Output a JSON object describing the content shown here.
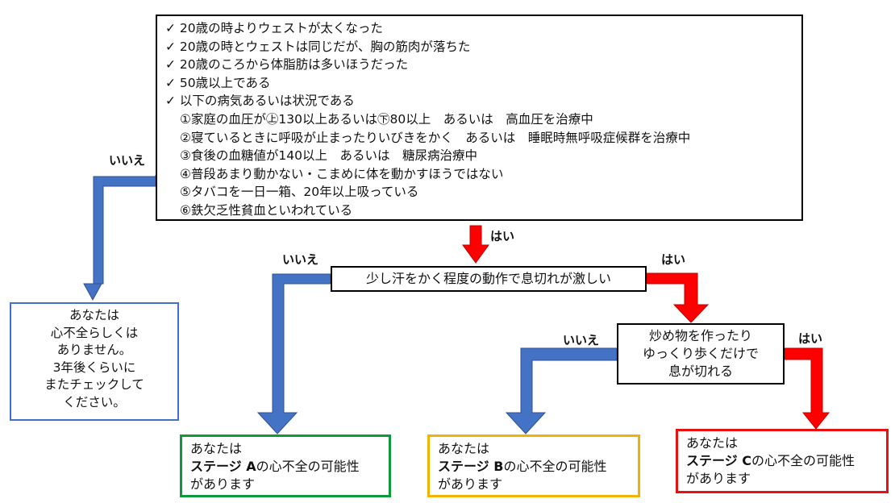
{
  "criteria": {
    "lines": [
      "✓ 20歳の時よりウェストが太くなった",
      "✓ 20歳の時とウェストは同じだが、胸の筋肉が落ちた",
      "✓ 20歳のころから体脂肪は多いほうだった",
      "✓ 50歳以上である",
      "✓ 以下の病気あるいは状況である"
    ],
    "sub_items": [
      "①家庭の血圧が㊤130以上あるいは㊦80以上　あるいは　高血圧を治療中",
      "②寝ているときに呼吸が止まったりいびきをかく　あるいは　睡眠時無呼吸症候群を治療中",
      "③食後の血糖値が140以上　あるいは　糖尿病治療中",
      "④普段あまり動かない・こまめに体を動かすほうではない",
      "⑤タバコを一日一箱、20年以上吸っている",
      "⑥鉄欠乏性貧血といわれている"
    ]
  },
  "question1": "少し汗をかく程度の動作で息切れが激しい",
  "question2": [
    "炒め物を作ったり",
    "ゆっくり歩くだけで",
    "息が切れる"
  ],
  "labels": {
    "yes": "はい",
    "no": "いいえ"
  },
  "result_none": [
    "あなたは",
    "心不全らしくは",
    "ありません。",
    "3年後くらいに",
    "またチェックして",
    "ください。"
  ],
  "result_a": {
    "line1": "あなたは",
    "stage": "ステージ A",
    "rest": "の心不全の可能性",
    "line3": "があります"
  },
  "result_b": {
    "line1": "あなたは",
    "stage": "ステージ B",
    "rest": "の心不全の可能性",
    "line3": "があります"
  },
  "result_c": {
    "line1": "あなたは",
    "stage": "ステージ C",
    "rest": "の心不全の可能性",
    "line3": "があります"
  },
  "colors": {
    "yes_arrow": "#ff0000",
    "no_arrow": "#4472c4",
    "stage_a": "#0d9a3a",
    "stage_b": "#f0b400",
    "stage_c": "#e81010"
  }
}
